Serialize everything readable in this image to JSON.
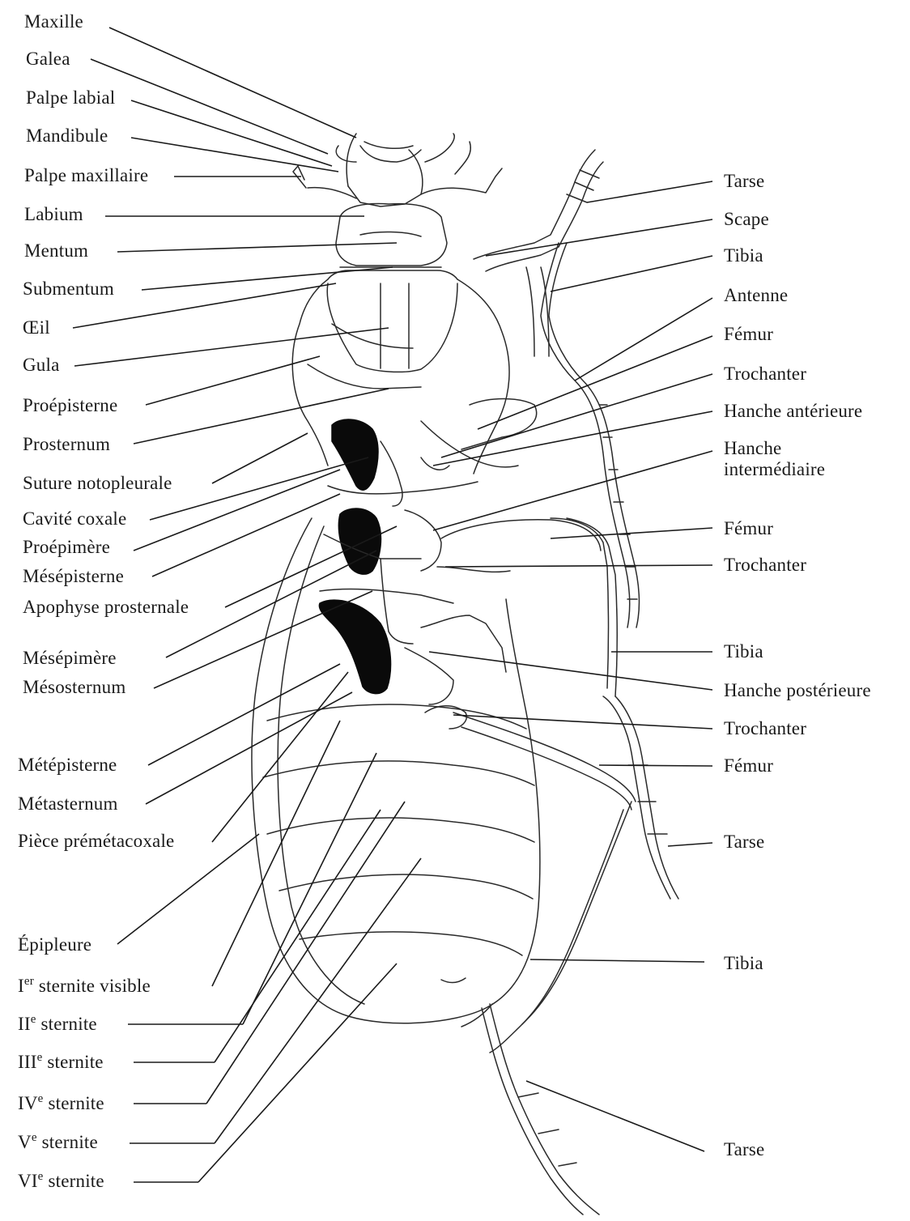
{
  "labels": {
    "maxille": "Maxille",
    "galea": "Galea",
    "palpe_labial": "Palpe labial",
    "mandibule": "Mandibule",
    "palpe_maxillaire": "Palpe maxillaire",
    "labium": "Labium",
    "mentum": "Mentum",
    "submentum": "Submentum",
    "oeil": "Œil",
    "gula": "Gula",
    "proepisterne": "Proépisterne",
    "prosternum": "Prosternum",
    "suture_notopleurale": "Suture notopleurale",
    "cavite_coxale": "Cavité coxale",
    "proepimere": "Proépimère",
    "mesepisterne": "Mésépisterne",
    "apophyse_prosternale": "Apophyse prosternale",
    "mesepimere": "Mésépimère",
    "mesosternum": "Mésosternum",
    "metepisterne": "Métépisterne",
    "metasternum": "Métasternum",
    "piece_prematacoxale": "Pièce prémétacoxale",
    "epipleure": "Épipleure",
    "sternite_1_num": "I",
    "sternite_1_sup": "er",
    "sternite_1_text": "sternite visible",
    "sternite_2_num": "II",
    "sternite_2_sup": "e",
    "sternite_2_text": "sternite",
    "sternite_3_num": "III",
    "sternite_3_sup": "e",
    "sternite_3_text": "sternite",
    "sternite_4_num": "IV",
    "sternite_4_sup": "e",
    "sternite_4_text": "sternite",
    "sternite_5_num": "V",
    "sternite_5_sup": "e",
    "sternite_5_text": "sternite",
    "sternite_6_num": "VI",
    "sternite_6_sup": "e",
    "sternite_6_text": "sternite",
    "tarse_1": "Tarse",
    "scape": "Scape",
    "tibia_1": "Tibia",
    "antenne": "Antenne",
    "femur_1": "Fémur",
    "trochanter_1": "Trochanter",
    "hanche_anterieure": "Hanche antérieure",
    "hanche_intermediaire_1": "Hanche",
    "hanche_intermediaire_2": "intermédiaire",
    "femur_2": "Fémur",
    "trochanter_2": "Trochanter",
    "tibia_2": "Tibia",
    "hanche_posterieure": "Hanche postérieure",
    "trochanter_3": "Trochanter",
    "femur_3": "Fémur",
    "tarse_2": "Tarse",
    "tibia_3": "Tibia",
    "tarse_3": "Tarse"
  }
}
